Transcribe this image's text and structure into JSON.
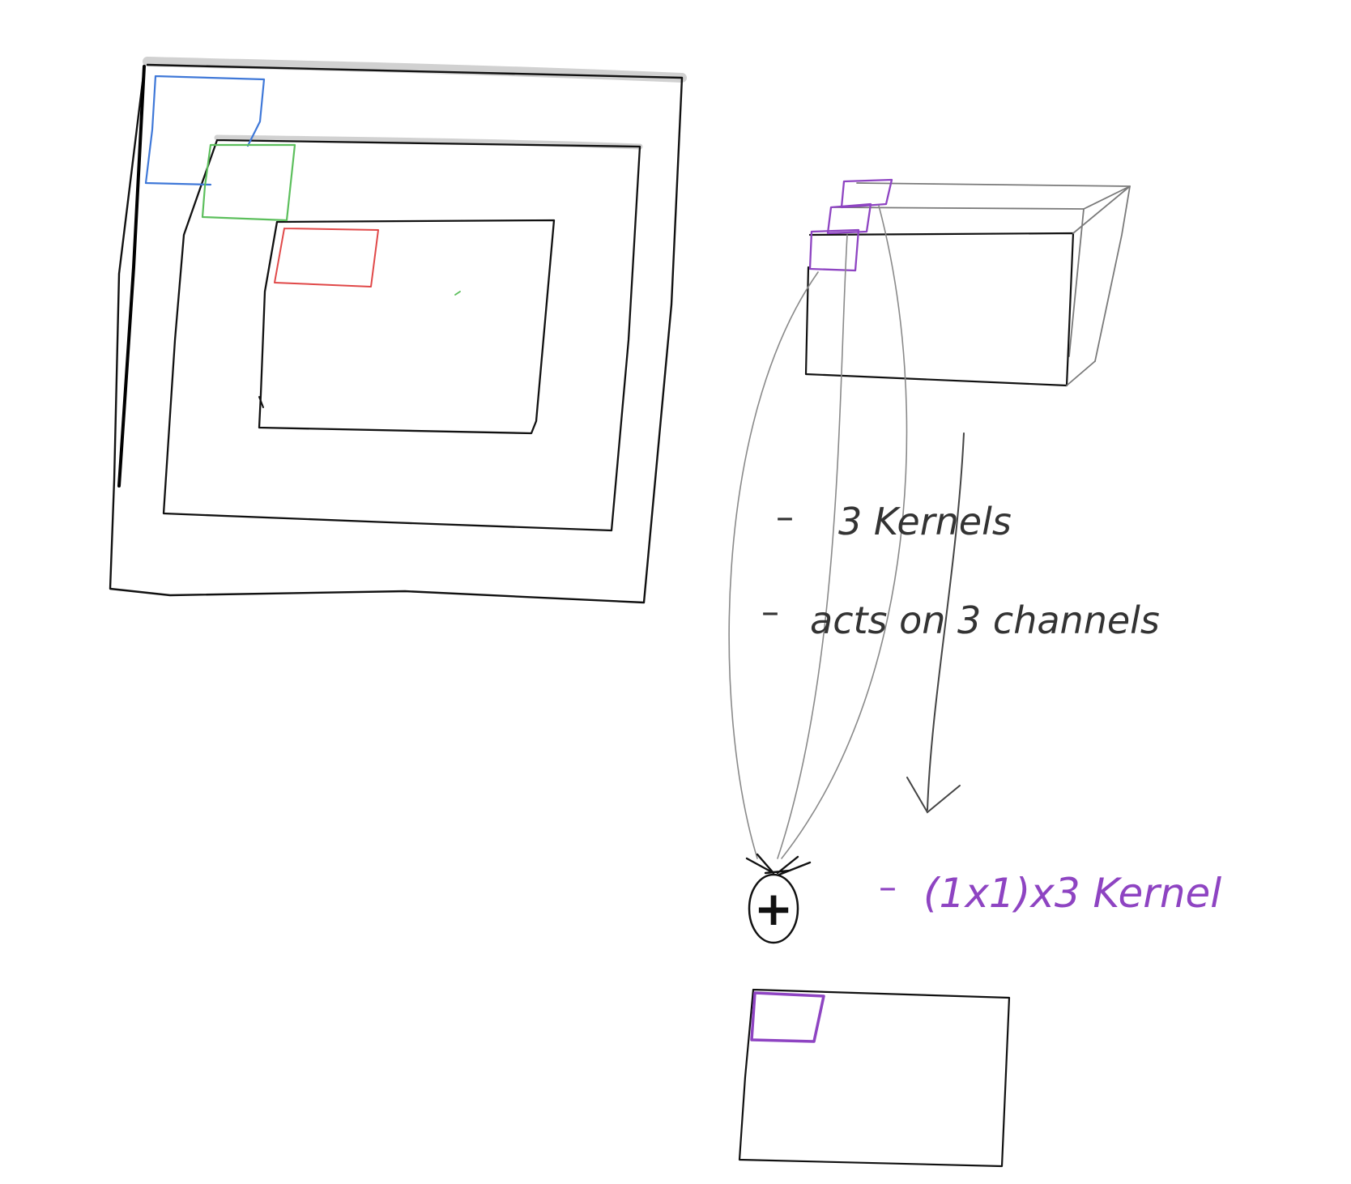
{
  "colors": {
    "ink": "#111111",
    "pencil": "#8a8a8a",
    "blue": "#3f78d8",
    "green": "#5cbf5c",
    "red": "#e04848",
    "purple": "#8e44c2",
    "background": "#ffffff"
  },
  "notes": {
    "kernels": "3 Kernels",
    "channels": "acts on 3 channels",
    "kernel_shape": "(1x1)x3 Kernel"
  },
  "symbols": {
    "sum": "+"
  }
}
